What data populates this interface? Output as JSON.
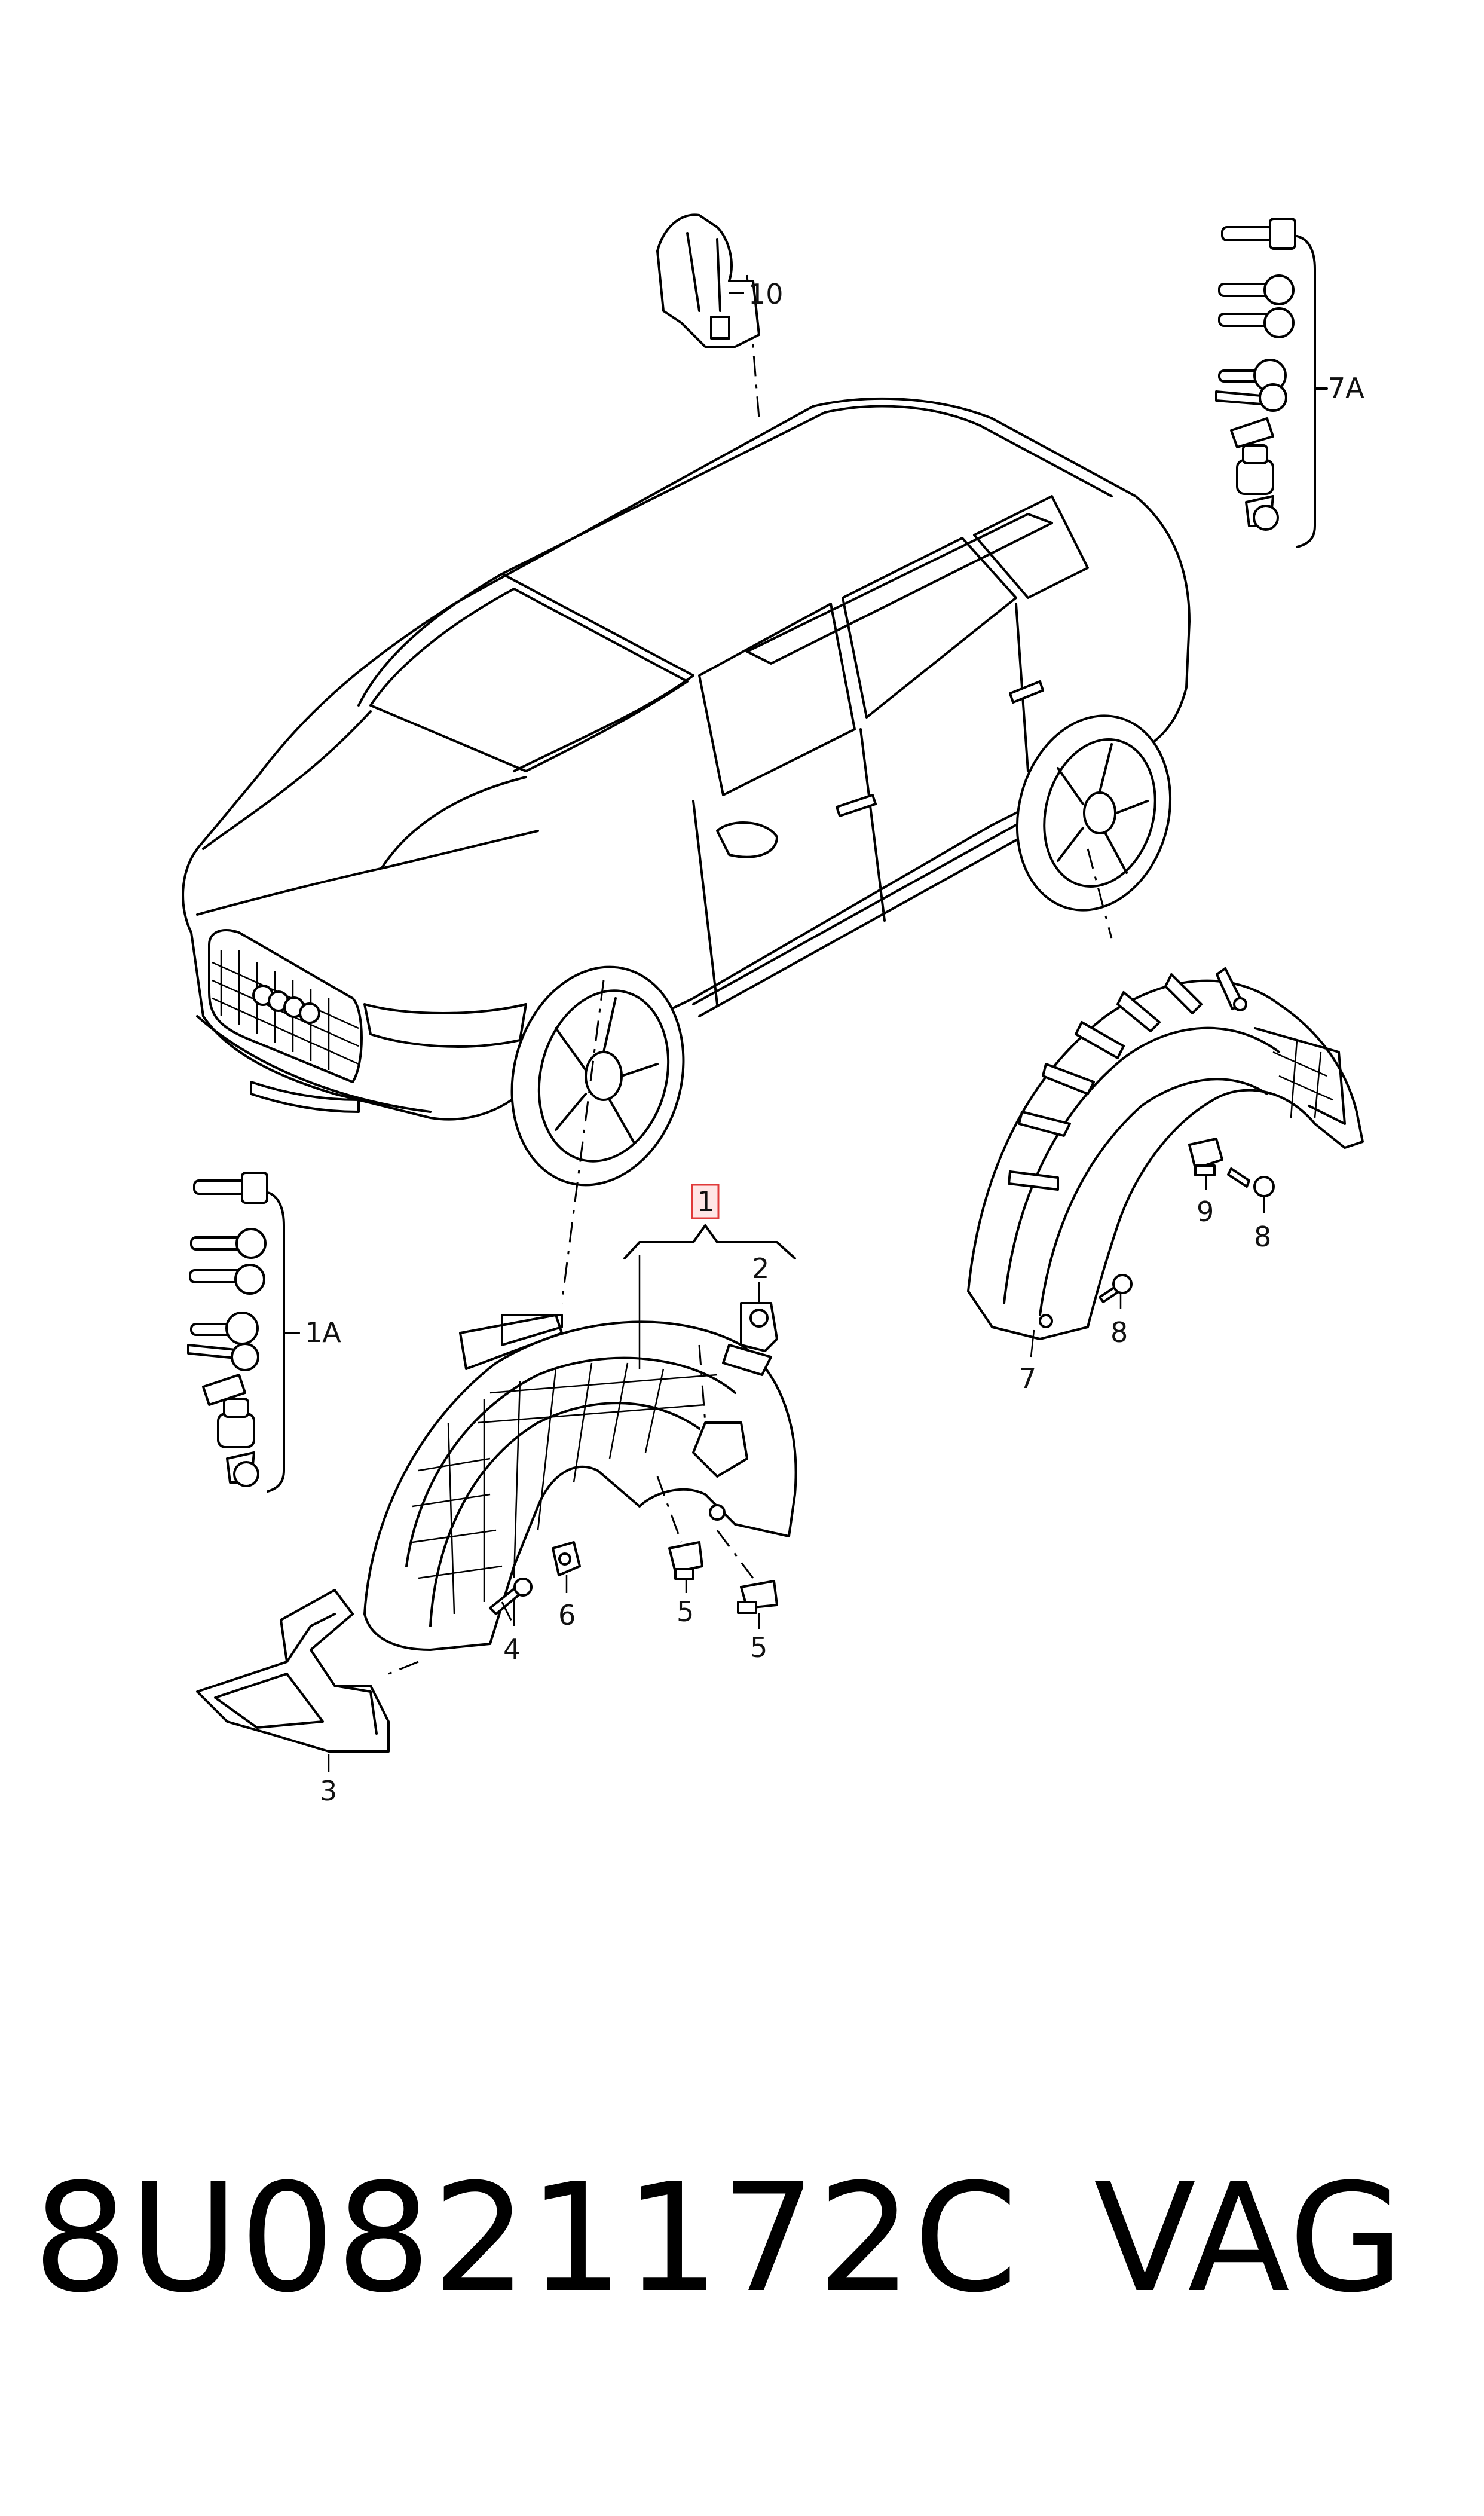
{
  "callouts": {
    "c1": "1",
    "c1A": "1A",
    "c2": "2",
    "c3": "3",
    "c4": "4",
    "c5a": "5",
    "c5b": "5",
    "c6": "6",
    "c7": "7",
    "c7A": "7A",
    "c8a": "8",
    "c8b": "8",
    "c9": "9",
    "c10": "10"
  },
  "footer": {
    "part_number": "8U0821172C",
    "brand": "VAG"
  },
  "colors": {
    "line": "#000000",
    "highlight_box": "#e03a3a",
    "highlight_fill": "#ffe6e6"
  }
}
